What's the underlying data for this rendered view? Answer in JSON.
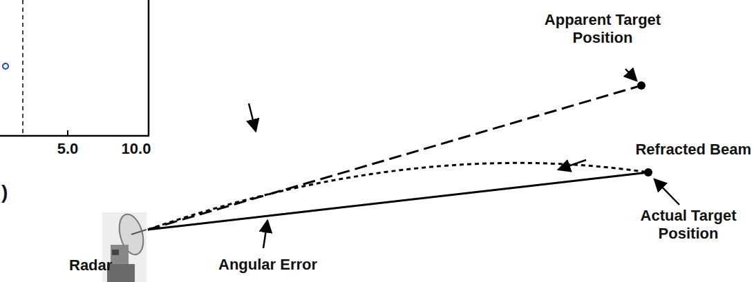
{
  "diagram": {
    "labels": [
      "5.0",
      "10.0",
      ")",
      "Apparent Target Position",
      "Refracted Beam",
      "Actual Target Position",
      "Angular Error",
      "Radar"
    ]
  }
}
